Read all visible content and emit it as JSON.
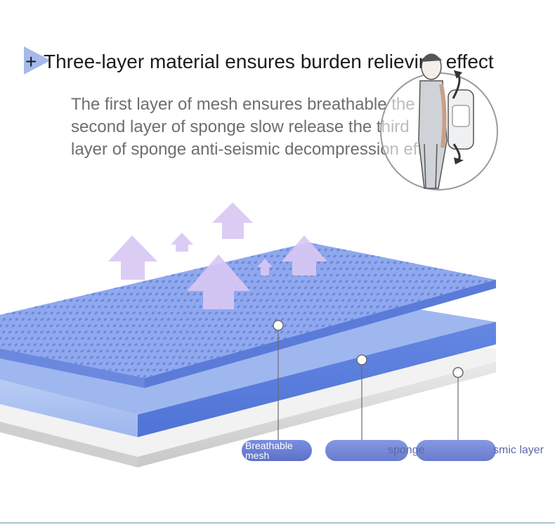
{
  "header": {
    "plus_symbol": "+",
    "title": "Three-layer material ensures burden relieving effect"
  },
  "description": "The first layer of mesh ensures breathable the second layer of sponge slow release the third layer of sponge anti-seismic decompression effect",
  "layers": {
    "mesh_label": "Breathable mesh",
    "sponge_label_fragment": "sponge",
    "anti_seismic_label_fragment": "smic layer"
  },
  "colors": {
    "mesh_top": "#8fa8ee",
    "mesh_side": "#5b7fdc",
    "sponge_blue": "#6f8fe3",
    "sponge_light": "#a9c1f0",
    "base_gray": "#dedede",
    "arrow_purple": "#d6c7f2",
    "pill": "#6b7fd6"
  },
  "icons": [
    "plus-icon",
    "airflow-arrow-icon",
    "backpack-wearer-illustration"
  ]
}
